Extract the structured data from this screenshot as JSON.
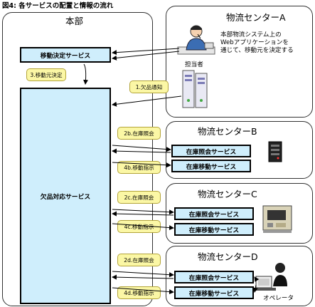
{
  "title": "図4: 各サービスの配置と情報の流れ",
  "honbu": {
    "label": "本部",
    "decide_service": "移動決定サービス",
    "shortage_service": "欠品対応サービス",
    "decide_step": "3.移動元決定"
  },
  "center_a": {
    "title": "物流センターA",
    "description_lines": [
      "本部物流システム上の",
      "Webアプリケーションを",
      "通じて、移動元を決定する"
    ],
    "person_label": "担当者",
    "notice_label": "1.欠品通知"
  },
  "center_b": {
    "title": "物流センターB",
    "inquiry_label": "2b.在庫照会",
    "instruct_label": "4b.移動指示",
    "inquiry_service": "在庫照会サービス",
    "transfer_service": "在庫移動サービス"
  },
  "center_c": {
    "title": "物流センターC",
    "inquiry_label": "2c.在庫照会",
    "instruct_label": "4c.移動指示",
    "inquiry_service": "在庫照会サービス",
    "transfer_service": "在庫移動サービス"
  },
  "center_d": {
    "title": "物流センターD",
    "inquiry_label": "2d.在庫照会",
    "instruct_label": "4d.移動指示",
    "inquiry_service": "在庫照会サービス",
    "transfer_service": "在庫移動サービス",
    "operator_label": "オペレータ"
  },
  "colors": {
    "service_fill": "#cfeefc",
    "label_fill": "#fbf7a5"
  },
  "icons": [
    "person-at-desk-icon",
    "server-icon",
    "server-rack-icon",
    "machine-terminal-icon",
    "operator-headset-icon"
  ]
}
